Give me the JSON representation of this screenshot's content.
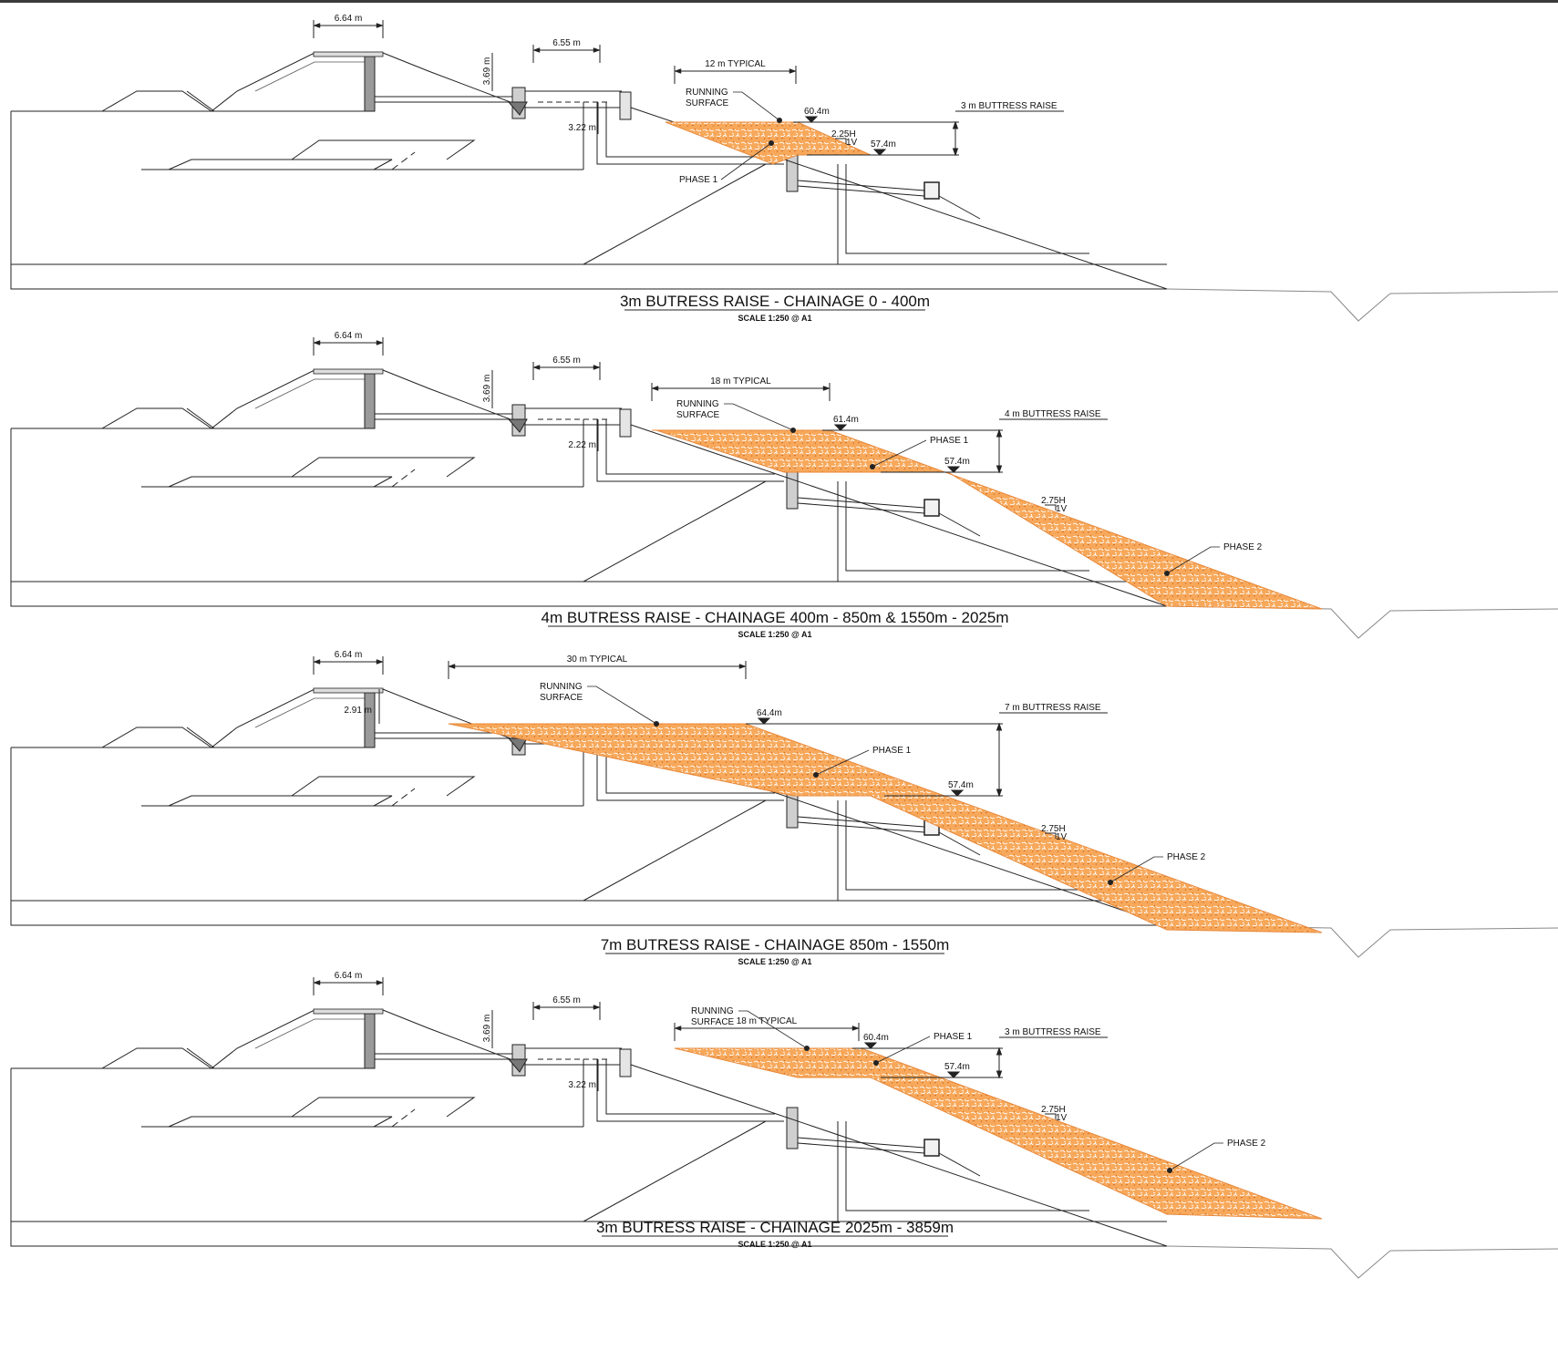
{
  "colors": {
    "fill": "#f7a85a",
    "fill_dark": "#e8883a",
    "line": "#222222",
    "wall": "#9a9a9a"
  },
  "sections": [
    {
      "title": "3m BUTRESS RAISE - CHAINAGE 0 - 400m",
      "scale": "SCALE 1:250 @ A1",
      "dims": {
        "crest_width": "6.64 m",
        "bench_width": "6.55 m",
        "height_a": "3.69 m",
        "height_b": "3.22 m",
        "typical_width": "12 m TYPICAL"
      },
      "levels": {
        "top": "60.4m",
        "bottom": "57.4m"
      },
      "raise_label": "3 m BUTTRESS RAISE",
      "slope_h": "2.25H",
      "slope_v": "1V",
      "running_surface": [
        "RUNNING",
        "SURFACE"
      ],
      "phase1": "PHASE 1",
      "phase2": ""
    },
    {
      "title": "4m BUTRESS RAISE - CHAINAGE 400m - 850m & 1550m - 2025m",
      "scale": "SCALE 1:250 @ A1",
      "dims": {
        "crest_width": "6.64 m",
        "bench_width": "6.55 m",
        "height_a": "3.69 m",
        "height_b": "2.22 m",
        "typical_width": "18 m TYPICAL"
      },
      "levels": {
        "top": "61.4m",
        "bottom": "57.4m"
      },
      "raise_label": "4 m BUTTRESS RAISE",
      "slope_h": "2.75H",
      "slope_v": "1V",
      "running_surface": [
        "RUNNING",
        "SURFACE"
      ],
      "phase1": "PHASE 1",
      "phase2": "PHASE 2"
    },
    {
      "title": "7m BUTRESS RAISE - CHAINAGE 850m - 1550m",
      "scale": "SCALE 1:250 @ A1",
      "dims": {
        "crest_width": "6.64 m",
        "bench_width": "",
        "height_a": "2.91 m",
        "height_b": "",
        "typical_width": "30 m TYPICAL"
      },
      "levels": {
        "top": "64.4m",
        "bottom": "57.4m"
      },
      "raise_label": "7 m BUTTRESS RAISE",
      "slope_h": "2.75H",
      "slope_v": "1V",
      "running_surface": [
        "RUNNING",
        "SURFACE"
      ],
      "phase1": "PHASE 1",
      "phase2": "PHASE 2"
    },
    {
      "title": "3m BUTRESS RAISE - CHAINAGE 2025m - 3859m",
      "scale": "SCALE 1:250 @ A1",
      "dims": {
        "crest_width": "6.64 m",
        "bench_width": "6.55 m",
        "height_a": "3.69 m",
        "height_b": "3.22 m",
        "typical_width": "18 m TYPICAL"
      },
      "levels": {
        "top": "60.4m",
        "bottom": "57.4m"
      },
      "raise_label": "3 m BUTTRESS RAISE",
      "slope_h": "2.75H",
      "slope_v": "1V",
      "running_surface": [
        "RUNNING",
        "SURFACE"
      ],
      "phase1": "PHASE 1",
      "phase2": "PHASE 2"
    }
  ]
}
